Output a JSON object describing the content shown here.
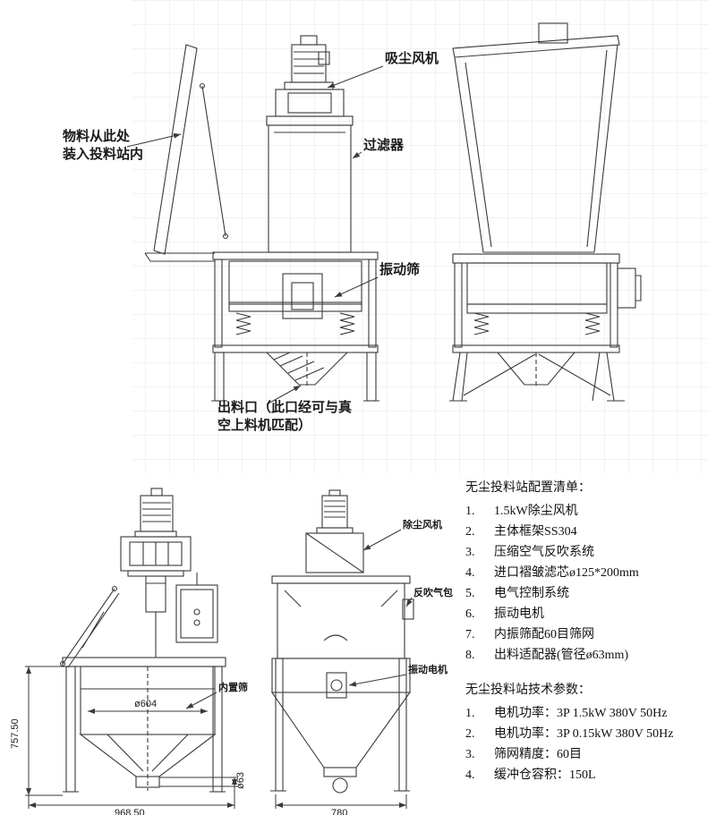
{
  "top_view": {
    "labels": {
      "suction_fan": "吸尘风机",
      "filter": "过滤器",
      "vibrating_screen": "振动筛",
      "material_line1": "物料从此处",
      "material_line2": "装入投料站内",
      "outlet_line1": "出料口（此口经可与真",
      "outlet_line2": "空上料机匹配）"
    }
  },
  "dimension_view": {
    "labels": {
      "dust_fan": "除尘风机",
      "back_blow_bag": "反吹气包",
      "vibration_motor": "振动电机",
      "inner_screen": "内置筛"
    },
    "dimensions": {
      "overall_height": "757.50",
      "tank_diameter": "ø604",
      "overall_width_front": "968.50",
      "outlet_diameter": "ø63",
      "overall_width_side": "780"
    }
  },
  "config_list": {
    "title": "无尘投料站配置清单：",
    "items": [
      {
        "num": "1.",
        "text": "1.5kW除尘风机"
      },
      {
        "num": "2.",
        "text": "主体框架SS304"
      },
      {
        "num": "3.",
        "text": "压缩空气反吹系统"
      },
      {
        "num": "4.",
        "text": "进口褶皱滤芯ø125*200mm"
      },
      {
        "num": "5.",
        "text": "电气控制系统"
      },
      {
        "num": "6.",
        "text": "振动电机"
      },
      {
        "num": "7.",
        "text": "内振筛配60目筛网"
      },
      {
        "num": "8.",
        "text": "出料适配器(管径ø63mm)"
      }
    ]
  },
  "tech_params": {
    "title": "无尘投料站技术参数：",
    "items": [
      {
        "num": "1.",
        "text": "电机功率：3P 1.5kW 380V 50Hz"
      },
      {
        "num": "2.",
        "text": "电机功率：3P 0.15kW 380V 50Hz"
      },
      {
        "num": "3.",
        "text": "筛网精度：60目"
      },
      {
        "num": "4.",
        "text": "缓冲仓容积：150L"
      }
    ]
  }
}
